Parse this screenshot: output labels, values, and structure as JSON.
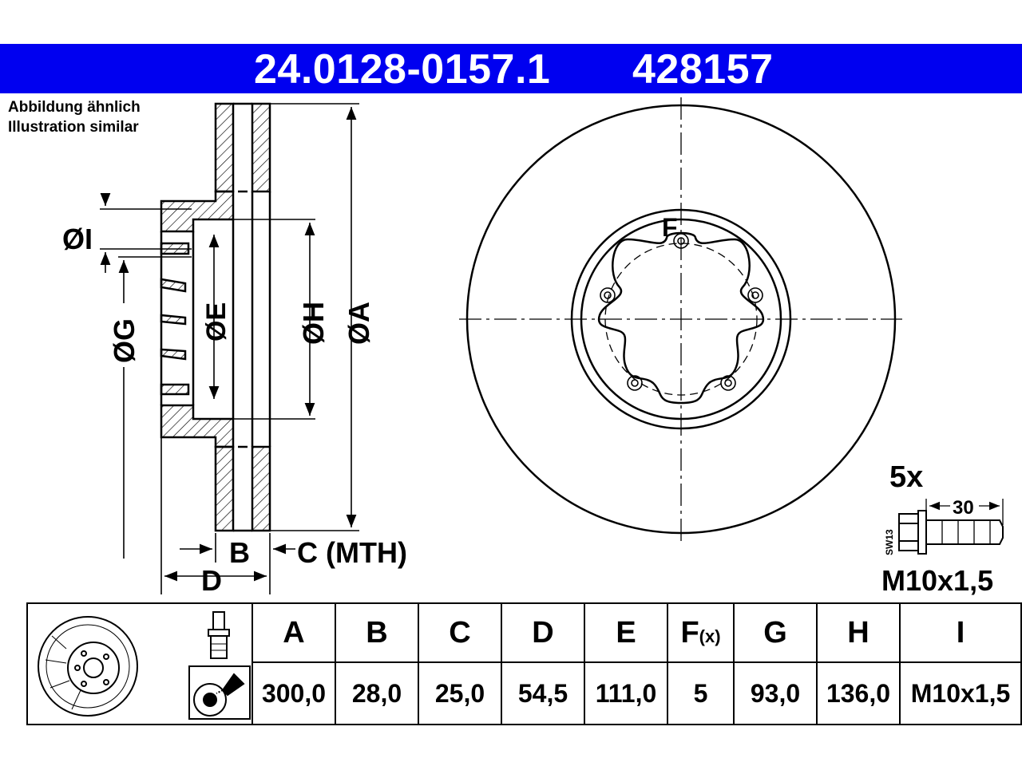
{
  "header": {
    "part_number": "24.0128-0157.1",
    "ref_number": "428157"
  },
  "notes": {
    "de": "Abbildung ähnlich",
    "en": "Illustration similar"
  },
  "labels": {
    "dia_i": "ØI",
    "dia_g": "ØG",
    "dia_e": "ØE",
    "dia_h": "ØH",
    "dia_a": "ØA",
    "face_f": "F",
    "width_b": "B",
    "width_c": "C (MTH)",
    "width_d": "D"
  },
  "bolt": {
    "count": "5x",
    "length": "30",
    "wrench": "SW13",
    "thread": "M10x1,5"
  },
  "table": {
    "headers": [
      "A",
      "B",
      "C",
      "D",
      "E",
      "F",
      "G",
      "H",
      "I"
    ],
    "f_suffix": "(x)",
    "values": [
      "300,0",
      "28,0",
      "25,0",
      "54,5",
      "111,0",
      "5",
      "93,0",
      "136,0",
      "M10x1,5"
    ]
  },
  "colors": {
    "banner": "#0000f0",
    "banner_text": "#ffffff"
  }
}
